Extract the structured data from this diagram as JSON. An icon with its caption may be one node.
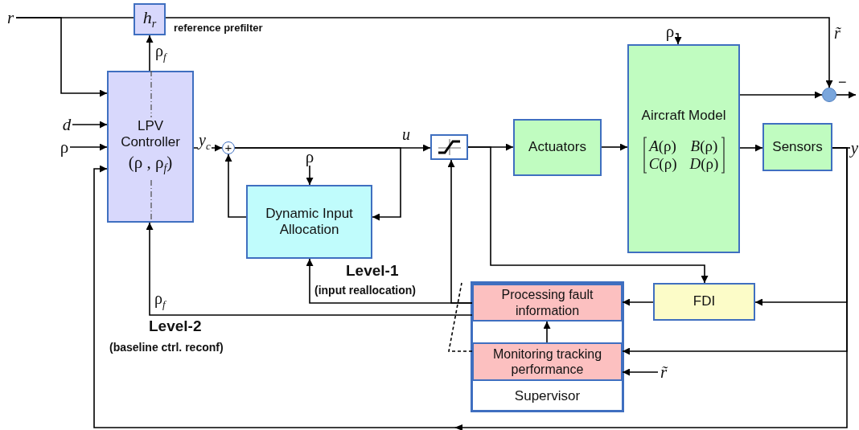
{
  "diagram": {
    "nodes": [
      {
        "text": [
          "r"
        ]
      },
      {
        "text": [
          "h$_{r}$"
        ],
        "beside": [
          "reference prefilter"
        ]
      },
      {
        "text": [
          "d"
        ]
      },
      {
        "text": [
          "ρ"
        ]
      },
      {
        "text": [
          "LPV Controller",
          "(ρ , ρ$_{f}$)"
        ]
      },
      {
        "text": [
          "+"
        ]
      },
      {
        "text": [
          "ρ"
        ]
      },
      {
        "text": [
          "Dynamic Input Allocation"
        ]
      },
      {
        "text": [],
        "shape": "box"
      },
      {
        "text": [
          "Actuators"
        ]
      },
      {
        "text": [
          "ρ"
        ]
      },
      {
        "text": [
          "Aircraft Model",
          "*A*(ρ)",
          "*B*(ρ)",
          "*C*(ρ)",
          "*D*(ρ)"
        ]
      },
      {
        "text": [],
        "shape": "circle",
        "beside": [
          "−"
        ]
      },
      {
        "text": [
          "Sensors"
        ]
      },
      {
        "text": [
          "y"
        ]
      },
      {
        "text": [
          "FDI"
        ]
      },
      {
        "text": [
          "Supervisor"
        ]
      },
      {
        "text": [
          "Processing fault information"
        ],
        "in": 16
      },
      {
        "text": [
          "Monitoring tracking performance"
        ],
        "in": 16
      },
      {
        "text": [
          "r̃"
        ]
      }
    ],
    "edges": [
      {
        "from": 0,
        "to": 1,
        "arrow": "none"
      },
      {
        "from": 0,
        "to": 4,
        "arrow": "to"
      },
      {
        "from": 1,
        "to": 12,
        "arrow": "to",
        "label": "r̃"
      },
      {
        "from": 4,
        "to": 1,
        "arrow": "to",
        "label": "ρ$_{f}$"
      },
      {
        "from": 2,
        "to": 4,
        "arrow": "to"
      },
      {
        "from": 3,
        "to": 4,
        "arrow": "to"
      },
      {
        "from": 4,
        "to": 5,
        "arrow": "to",
        "label": "y$_{c}$"
      },
      {
        "from": 5,
        "to": 8,
        "arrow": "to",
        "label": "u"
      },
      {
        "from": 7,
        "to": 5,
        "arrow": "to"
      },
      {
        "from": 6,
        "to": 7,
        "arrow": "to"
      },
      {
        "from": 5,
        "to": 7,
        "arrow": "to"
      },
      {
        "from": 8,
        "to": 9,
        "arrow": "to"
      },
      {
        "from": 8,
        "to": 15,
        "arrow": "to"
      },
      {
        "from": 9,
        "to": 11,
        "arrow": "to"
      },
      {
        "from": 10,
        "to": 11,
        "arrow": "to"
      },
      {
        "from": 11,
        "to": 12,
        "arrow": "to"
      },
      {
        "from": 12,
        "to": null,
        "arrow": "to"
      },
      {
        "from": 11,
        "to": 13,
        "arrow": "to"
      },
      {
        "from": 13,
        "to": 14,
        "arrow": "none"
      },
      {
        "from": 13,
        "to": 15,
        "arrow": "to"
      },
      {
        "from": 13,
        "to": 18,
        "arrow": "to"
      },
      {
        "from": 13,
        "to": 4,
        "arrow": "to"
      },
      {
        "from": 15,
        "to": 17,
        "arrow": "to"
      },
      {
        "from": 18,
        "to": 17,
        "arrow": "to"
      },
      {
        "from": 19,
        "to": 18,
        "arrow": "to"
      },
      {
        "from": 17,
        "to": 7,
        "arrow": "to"
      },
      {
        "from": 17,
        "to": 4,
        "arrow": "to",
        "label": "ρ$_{f}$"
      },
      {
        "from": 17,
        "to": 8,
        "arrow": "to"
      },
      {
        "from": 18,
        "to": null,
        "arrow": "none",
        "style": "dashed"
      }
    ],
    "labels": [
      "Level-1",
      "(input reallocation)",
      "Level-2",
      "(baseline ctrl. reconf)"
    ]
  }
}
